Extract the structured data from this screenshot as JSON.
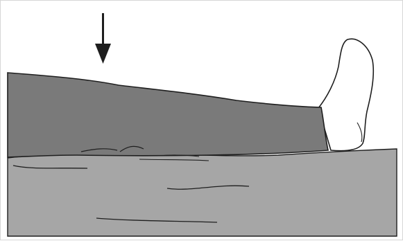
{
  "illustration": {
    "elements": [
      "press-down-arrow",
      "trouser-leg",
      "bare-foot",
      "surface"
    ],
    "colors": {
      "background": "#ffffff",
      "frame": "#d6d6d6",
      "ink": "#1e1e1e",
      "trouser": "#7a7a7a",
      "surface": "#a6a6a6",
      "skin": "#ffffff"
    }
  }
}
